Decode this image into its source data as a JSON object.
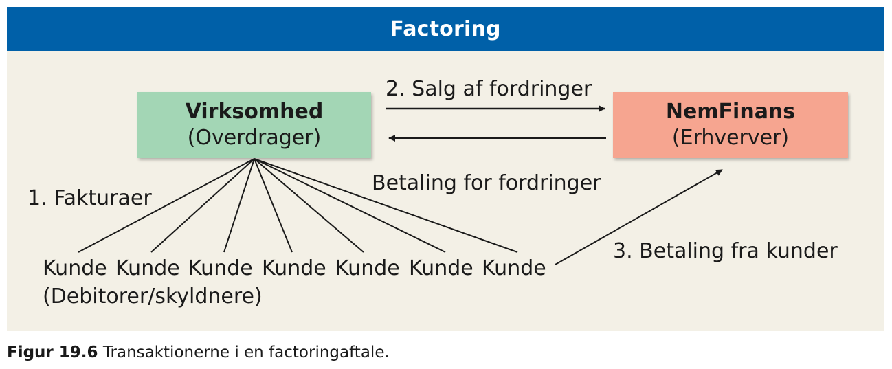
{
  "title": "Factoring",
  "virksomhed": {
    "name": "Virksomhed",
    "role": "(Overdrager)"
  },
  "nemfinans": {
    "name": "NemFinans",
    "role": "(Erhverver)"
  },
  "arrows": {
    "sale": "2. Salg af fordringer",
    "payment_for": "Betaling for fordringer",
    "invoices": "1. Fakturaer",
    "payment_from": "3. Betaling fra kunder"
  },
  "customers": {
    "items": [
      "Kunde",
      "Kunde",
      "Kunde",
      "Kunde",
      "Kunde",
      "Kunde",
      "Kunde"
    ],
    "group_label": "(Debitorer/skyldnere)"
  },
  "caption": {
    "figure": "Figur 19.6",
    "text": "Transaktionerne i en factoringaftale."
  },
  "colors": {
    "header": "#0060a8",
    "panel": "#f3f0e6",
    "virksomhed": "#a3d6b5",
    "nemfinans": "#f6a590"
  }
}
